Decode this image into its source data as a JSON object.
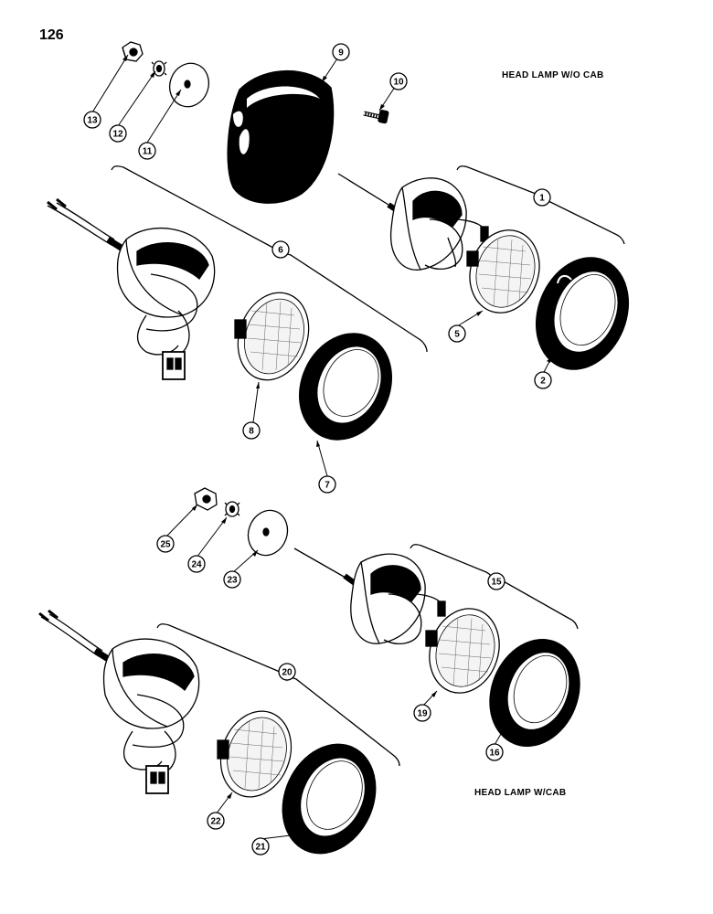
{
  "page_number": "126",
  "sections": {
    "without_cab": "HEAD LAMP W/O CAB",
    "with_cab": "HEAD LAMP W/CAB"
  },
  "callouts": [
    "1",
    "2",
    "5",
    "6",
    "7",
    "8",
    "9",
    "10",
    "11",
    "12",
    "13",
    "15",
    "16",
    "19",
    "20",
    "21",
    "22",
    "23",
    "24",
    "25"
  ]
}
